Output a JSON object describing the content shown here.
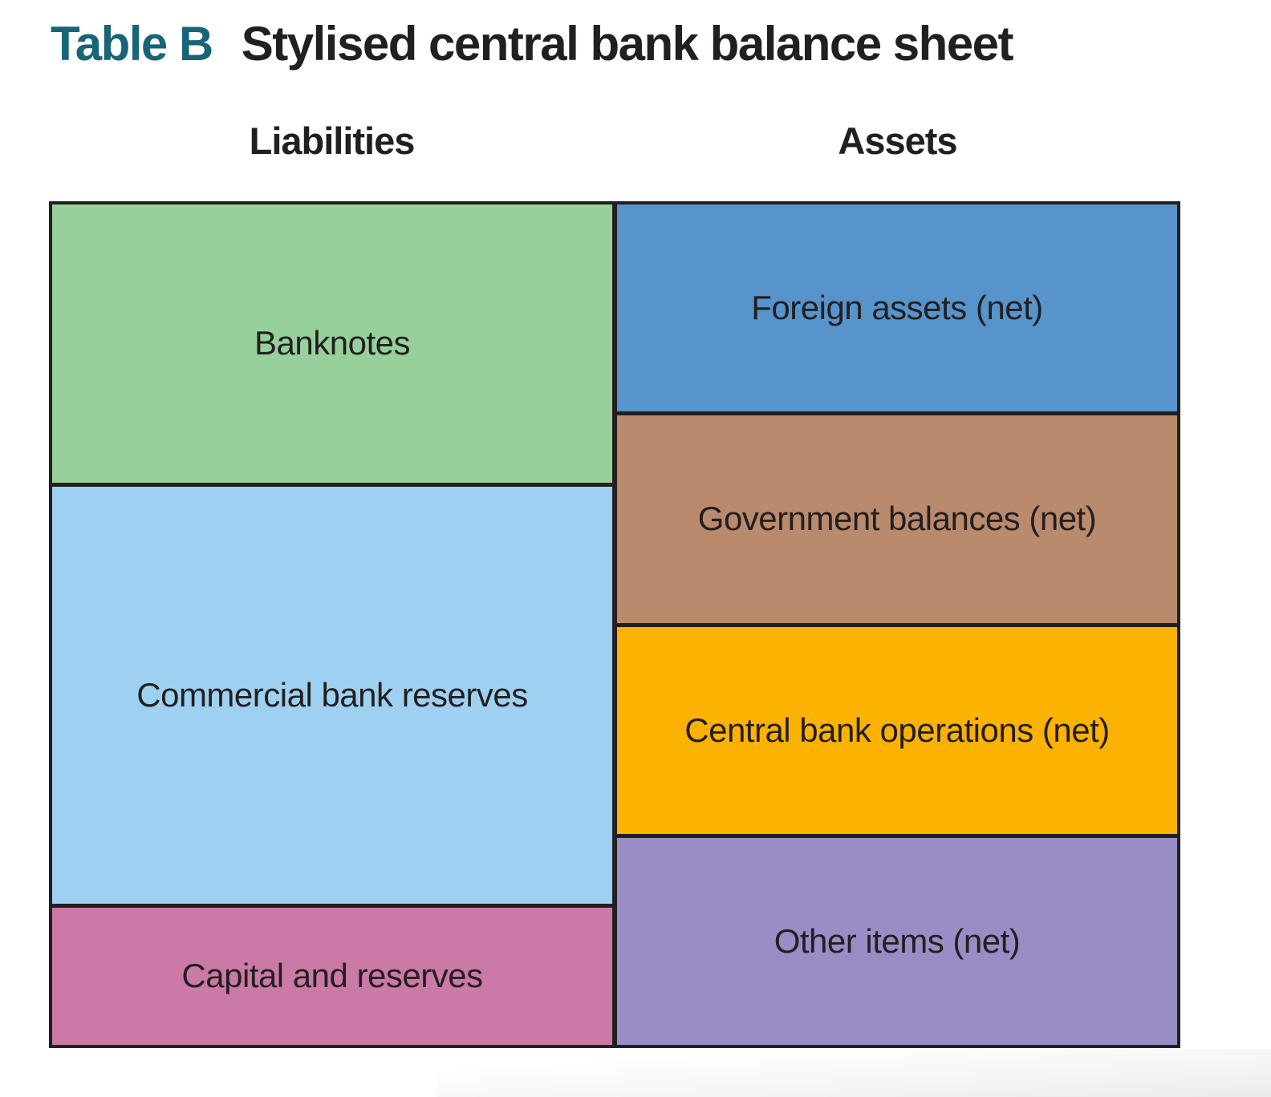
{
  "title": {
    "tag": "Table B",
    "text": "Stylised central bank balance sheet"
  },
  "colors": {
    "title_accent": "#176578",
    "text": "#231f20",
    "border": "#231f20"
  },
  "columns": [
    {
      "header": "Liabilities",
      "blocks": [
        {
          "label": "Banknotes",
          "color": "#98d09b",
          "height_pct": 33.4
        },
        {
          "label": "Commercial bank reserves",
          "color": "#9ed1f1",
          "height_pct": 50.1
        },
        {
          "label": "Capital and reserves",
          "color": "#cb7aa8",
          "height_pct": 16.5
        }
      ]
    },
    {
      "header": "Assets",
      "blocks": [
        {
          "label": "Foreign assets (net)",
          "color": "#5794cb",
          "height_pct": 25
        },
        {
          "label": "Government balances (net)",
          "color": "#ba8a6d",
          "height_pct": 25
        },
        {
          "label": "Central bank operations (net)",
          "color": "#fbb200",
          "height_pct": 25
        },
        {
          "label": "Other items (net)",
          "color": "#9a8dc6",
          "height_pct": 25
        }
      ]
    }
  ]
}
